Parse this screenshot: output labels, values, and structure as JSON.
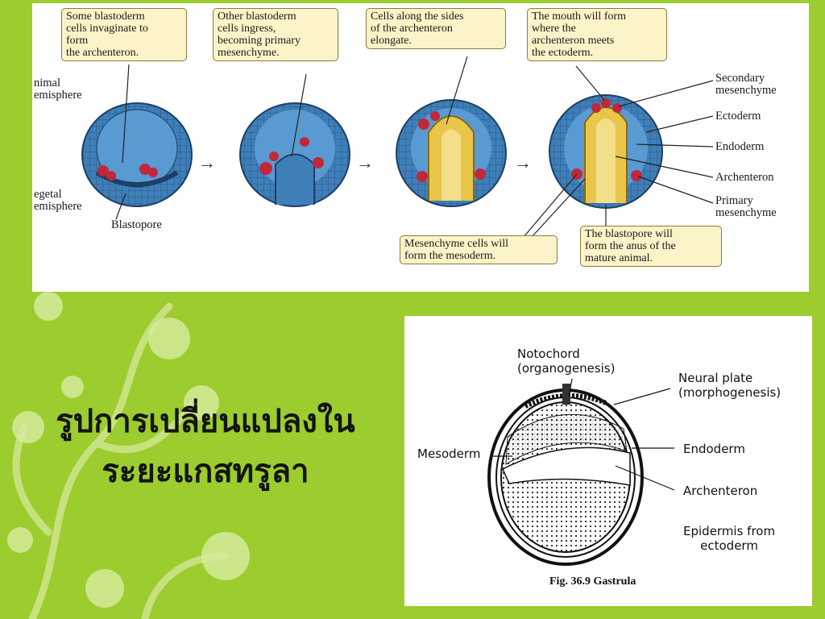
{
  "slide": {
    "title_line1": "รูปการเปลี่ยนแปลงใน",
    "title_line2": "ระยะแกสทรูลา"
  },
  "top_figure": {
    "callouts": [
      "Some blastoderm\ncells invaginate to\nform\nthe archenteron.",
      "Other blastoderm\ncells ingress,\nbecoming primary\nmesenchyme.",
      "Cells along the sides\nof the archenteron\nelongate.",
      "The mouth will form\nwhere the\narchenteron meets\nthe ectoderm.",
      "Mesenchyme cells will\nform the mesoderm.",
      "The blastopore will\nform the anus of the\nmature animal."
    ],
    "left_labels": {
      "animal_hemisphere": "nimal\nemisphere",
      "vegetal_hemisphere": "egetal\nemisphere",
      "blastopore": "Blastopore"
    },
    "right_labels": [
      "Secondary\nmesenchyme",
      "Ectoderm",
      "Endoderm",
      "Archenteron",
      "Primary\nmesenchyme"
    ],
    "arrow_glyph": "→",
    "colors": {
      "ectoderm_blue": "#3f7fb8",
      "cell_red": "#c0283a",
      "endoderm_yellow": "#e8c64a",
      "callout_fill": "#fdf3c8"
    }
  },
  "bottom_figure": {
    "labels": {
      "notochord": "Notochord\n(organogenesis)",
      "neural_plate": "Neural plate\n(morphogenesis)",
      "mesoderm": "Mesoderm",
      "endoderm": "Endoderm",
      "archenteron": "Archenteron",
      "epidermis": "Epidermis from\nectoderm"
    },
    "caption": "Fig. 36.9 Gastrula"
  }
}
